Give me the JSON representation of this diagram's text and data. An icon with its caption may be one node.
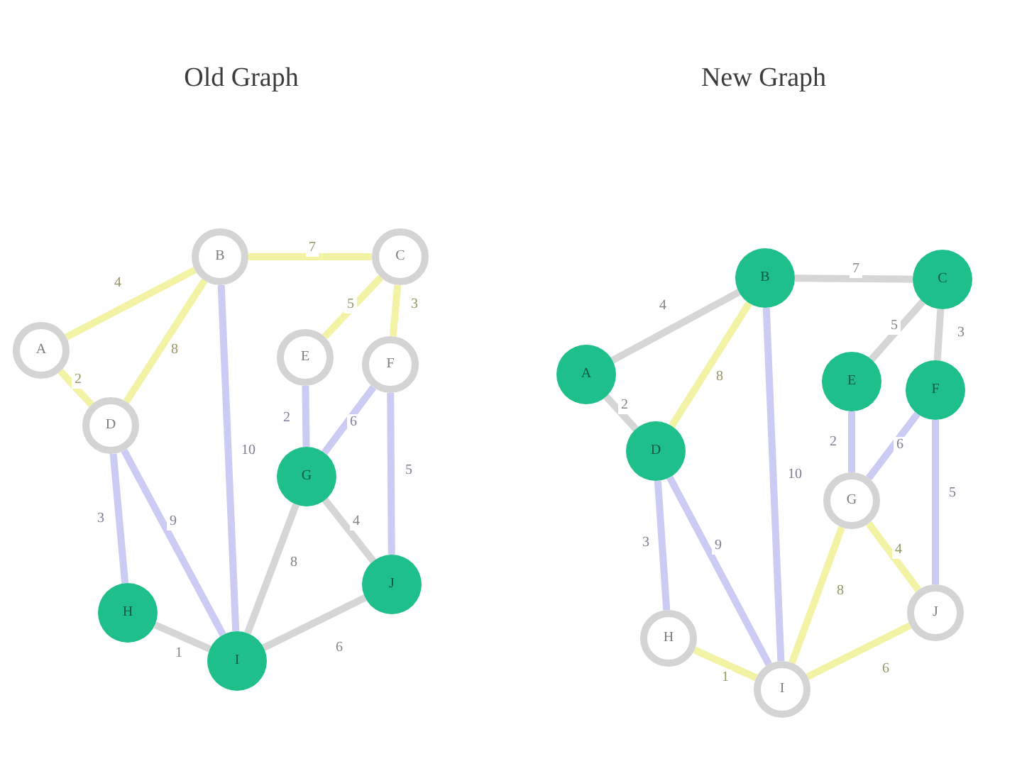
{
  "diagram": {
    "nodes": [
      {
        "text": [
          "B"
        ]
      },
      {
        "text": [
          "C"
        ]
      },
      {
        "text": [
          "A"
        ]
      },
      {
        "text": [
          "E"
        ]
      },
      {
        "text": [
          "F"
        ]
      },
      {
        "text": [
          "D"
        ]
      },
      {
        "text": [
          "G"
        ]
      },
      {
        "text": [
          "J"
        ]
      },
      {
        "text": [
          "H"
        ]
      },
      {
        "text": [
          "I"
        ]
      },
      {
        "text": [
          "B"
        ]
      },
      {
        "text": [
          "C"
        ]
      },
      {
        "text": [
          "A"
        ]
      },
      {
        "text": [
          "E"
        ]
      },
      {
        "text": [
          "F"
        ]
      },
      {
        "text": [
          "D"
        ]
      },
      {
        "text": [
          "G"
        ]
      },
      {
        "text": [
          "J"
        ]
      },
      {
        "text": [
          "H"
        ]
      },
      {
        "text": [
          "I"
        ]
      }
    ],
    "edges": [
      {
        "from": 2,
        "to": 0,
        "arrow": "none",
        "label": "4",
        "color": "#f3f3a6"
      },
      {
        "from": 0,
        "to": 1,
        "arrow": "none",
        "label": "7",
        "color": "#f3f3a6"
      },
      {
        "from": 2,
        "to": 5,
        "arrow": "none",
        "label": "2",
        "color": "#f3f3a6"
      },
      {
        "from": 0,
        "to": 5,
        "arrow": "none",
        "label": "8",
        "color": "#f3f3a6"
      },
      {
        "from": 1,
        "to": 3,
        "arrow": "none",
        "label": "5",
        "color": "#f3f3a6"
      },
      {
        "from": 1,
        "to": 4,
        "arrow": "none",
        "label": "3",
        "color": "#f3f3a6"
      },
      {
        "from": 0,
        "to": 9,
        "arrow": "none",
        "label": "10"
      },
      {
        "from": 3,
        "to": 6,
        "arrow": "none",
        "label": "2"
      },
      {
        "from": 4,
        "to": 6,
        "arrow": "none",
        "label": "6"
      },
      {
        "from": 4,
        "to": 7,
        "arrow": "none",
        "label": "5"
      },
      {
        "from": 5,
        "to": 8,
        "arrow": "none",
        "label": "3"
      },
      {
        "from": 5,
        "to": 9,
        "arrow": "none",
        "label": "9"
      },
      {
        "from": 8,
        "to": 9,
        "arrow": "none",
        "label": "1",
        "color": "#d6d6d6"
      },
      {
        "from": 6,
        "to": 9,
        "arrow": "none",
        "label": "8",
        "color": "#d6d6d6"
      },
      {
        "from": 6,
        "to": 7,
        "arrow": "none",
        "label": "4",
        "color": "#d6d6d6"
      },
      {
        "from": 9,
        "to": 7,
        "arrow": "none",
        "label": "6",
        "color": "#d6d6d6"
      },
      {
        "from": 12,
        "to": 10,
        "arrow": "none",
        "label": "4",
        "color": "#d6d6d6"
      },
      {
        "from": 10,
        "to": 11,
        "arrow": "none",
        "label": "7",
        "color": "#d6d6d6"
      },
      {
        "from": 12,
        "to": 15,
        "arrow": "none",
        "label": "2",
        "color": "#d6d6d6"
      },
      {
        "from": 10,
        "to": 15,
        "arrow": "none",
        "label": "8",
        "color": "#f3f3a6"
      },
      {
        "from": 11,
        "to": 13,
        "arrow": "none",
        "label": "5",
        "color": "#d6d6d6"
      },
      {
        "from": 11,
        "to": 14,
        "arrow": "none",
        "label": "3",
        "color": "#d6d6d6"
      },
      {
        "from": 10,
        "to": 19,
        "arrow": "none",
        "label": "10"
      },
      {
        "from": 13,
        "to": 16,
        "arrow": "none",
        "label": "2"
      },
      {
        "from": 14,
        "to": 16,
        "arrow": "none",
        "label": "6"
      },
      {
        "from": 14,
        "to": 17,
        "arrow": "none",
        "label": "5"
      },
      {
        "from": 15,
        "to": 18,
        "arrow": "none",
        "label": "3"
      },
      {
        "from": 15,
        "to": 19,
        "arrow": "none",
        "label": "9"
      },
      {
        "from": 18,
        "to": 19,
        "arrow": "none",
        "label": "1",
        "color": "#f3f3a6"
      },
      {
        "from": 16,
        "to": 19,
        "arrow": "none",
        "label": "8",
        "color": "#f3f3a6"
      },
      {
        "from": 16,
        "to": 17,
        "arrow": "none",
        "label": "4",
        "color": "#f3f3a6"
      },
      {
        "from": 19,
        "to": 17,
        "arrow": "none",
        "label": "6",
        "color": "#f3f3a6"
      }
    ],
    "labels": [
      "Old Graph",
      "New Graph"
    ]
  }
}
